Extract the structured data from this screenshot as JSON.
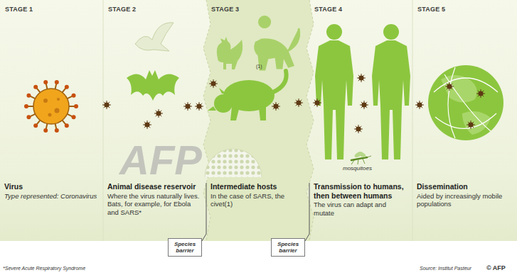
{
  "diagram": {
    "nodes": [
      {
        "text": [
          "STAGE 1",
          "Virus",
          "Type represented: Coronavirus"
        ]
      },
      {
        "text": [
          "STAGE 2",
          "Animal disease reservoir",
          "Where the virus naturally lives. Bats, for example, for Ebola and SARS*"
        ]
      },
      {
        "text": [
          "Species barrier"
        ]
      },
      {
        "text": [
          "STAGE 3",
          "Intermediate hosts",
          "In the case of SARS, the civet(1)"
        ]
      },
      {
        "text": [
          "Species barrier"
        ]
      },
      {
        "text": [
          "STAGE 4",
          "Transmission to humans, then between humans",
          "The virus can adapt and mutate"
        ]
      },
      {
        "text": [
          "STAGE 5",
          "Dissemination",
          "Aided by increasingly mobile populations"
        ]
      }
    ],
    "labels": [
      "(1)",
      "mosquitoes",
      "AFP",
      "*Severe Acute Respiratory Syndrome",
      "Source: Institut Pasteur",
      "© AFP"
    ]
  }
}
